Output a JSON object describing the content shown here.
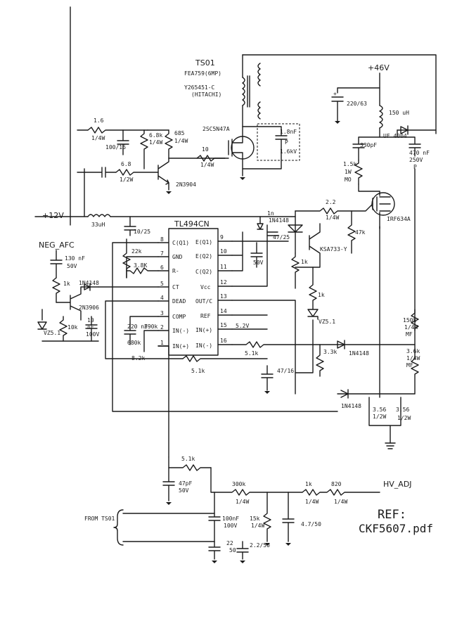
{
  "ic": {
    "name": "TL494CN",
    "pins_left": [
      {
        "num": "8",
        "name": "C(Q1)"
      },
      {
        "num": "7",
        "name": "GND"
      },
      {
        "num": "6",
        "name": "R-"
      },
      {
        "num": "5",
        "name": "CT"
      },
      {
        "num": "4",
        "name": "DEAD"
      },
      {
        "num": "3",
        "name": "COMP"
      },
      {
        "num": "2",
        "name": "IN(-)"
      },
      {
        "num": "1",
        "name": "IN(+)"
      }
    ],
    "pins_right": [
      {
        "num": "9",
        "name": "E(Q1)"
      },
      {
        "num": "10",
        "name": "E(Q2)"
      },
      {
        "num": "11",
        "name": "C(Q2)"
      },
      {
        "num": "12",
        "name": "Vcc"
      },
      {
        "num": "13",
        "name": "OUT/C"
      },
      {
        "num": "14",
        "name": "REF"
      },
      {
        "num": "15",
        "name": "IN(+)"
      },
      {
        "num": "16",
        "name": "IN(-)"
      }
    ]
  },
  "labels": {
    "ts01": "TS01",
    "ts01_part": "FEA759(6MP)",
    "ts01_sub": "Y265451-C",
    "ts01_maker": "(HITACHI)",
    "v46": "+46V",
    "v12": "+12V",
    "neg_afc": "NEG_AFC",
    "hv_adj": "HV_ADJ",
    "from_ts01": "FROM TS01",
    "ref": "REF:",
    "ref_file": "CKF5607.pdf",
    "v52": "5.2V"
  },
  "components": {
    "r_1_6": "1.6",
    "r_1_6_w": "1/4W",
    "c_100_16": "100/16",
    "r_6_8k": "6.8k",
    "r_6_8k_w": "1/4W",
    "r_6_8": "6.8",
    "r_6_8_w": "1/2W",
    "r_685": "685",
    "r_685_w": "1/4W",
    "q_2n3904": "2N3904",
    "q_2sc": "2SC5N47A",
    "r_10": "10",
    "r_10_w": "1/4W",
    "c_18nf": "1.8nF",
    "c_18nf_p": "P",
    "c_18nf_v": "1.6kV",
    "c_220_63": "220/63",
    "l_150uh": "150 uH",
    "d_uf4004": "UF 4004",
    "c_330pf": "330pF",
    "c_470nf": "470 nF",
    "c_470nf_v": "250V",
    "c_470nf_p": "P",
    "r_1_5k": "1.5k",
    "r_1_5k_w": "1W",
    "r_1_5k_m": "MO",
    "q_irf": "IRF634A",
    "l_33uh": "33uH",
    "c_10_25": "10/25",
    "r_22k": "22k",
    "r_22k_w": "",
    "d_1n4148_top": "1N4148",
    "c_47_25": "47/25",
    "c_1n": "1n",
    "c_50v": "50V",
    "r_2_2": "2.2",
    "r_2_2_w": "1/4W",
    "r_47k": "47k",
    "q_ksa": "KSA733-Y",
    "r_1k_q": "1k",
    "r_3_8k": "3.8K",
    "c_130nf": "130 nF",
    "c_130nf_v": "50V",
    "r_1k_afc": "1k",
    "d_1n4148_afc": "1N4148",
    "q_2n3906": "2N3906",
    "z_v6": "VZ5.1",
    "r_10k": "10k",
    "c_10nf": "10",
    "c_10nf_u": "nF",
    "c_10nf_v": "100V",
    "r_1k_z": "1k",
    "z_vz5": "VZ5.1",
    "r_150k": "150k",
    "r_150k_w": "1/4W",
    "r_150k_m": "MF",
    "r_3_6k": "3.6k",
    "r_3_6k_w": "1/4W",
    "r_3_6k_m": "MF",
    "d_1n4148_r": "1N4148",
    "r_3_3k": "3.3k",
    "r_5_1k_b": "5.1k",
    "c_47_16": "47/16",
    "r_5_1k_c": "5.1k",
    "c_220nf": "220 nF",
    "r_390k": "390k",
    "r_680k": "680k",
    "r_8_2k": "8.2k",
    "d_1n4148_bot": "1N4148",
    "r_3_56_a": "3.56",
    "r_3_56_a_w": "1/2W",
    "r_3_56_b": "3.56",
    "r_3_56_b_w": "1/2W",
    "r_5_1k_d": "5.1k",
    "c_47pf": "47pF",
    "c_47pf_v": "50V",
    "r_300k": "300k",
    "r_300k_w": "1/4W",
    "r_1k_hv": "1k",
    "r_1k_hv_w": "1/4W",
    "r_820": "820",
    "r_820_w": "1/4W",
    "c_100nf": "100nF",
    "c_100nf_v": "100V",
    "r_15k": "15k",
    "r_15k_w": "1/4W",
    "c_47_50": "4.7/50",
    "c_22_50": "22",
    "c_22_50_v": "50",
    "c_2_2_50": "2.2/50"
  }
}
